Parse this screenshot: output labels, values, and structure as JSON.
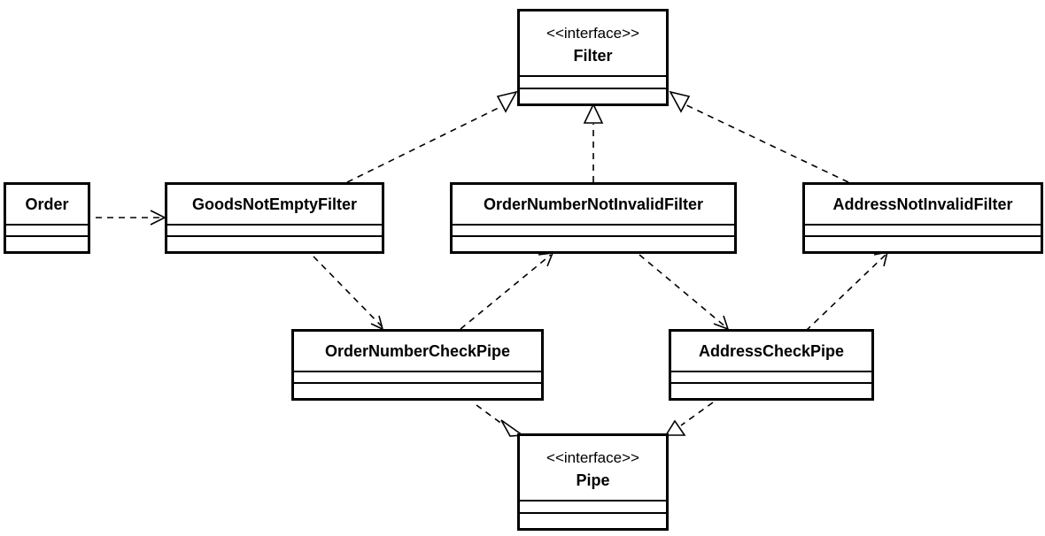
{
  "classes": {
    "filter": {
      "stereotype": "<<interface>>",
      "name": "Filter"
    },
    "pipe": {
      "stereotype": "<<interface>>",
      "name": "Pipe"
    },
    "order": {
      "name": "Order"
    },
    "goods_not_empty_filter": {
      "name": "GoodsNotEmptyFilter"
    },
    "order_number_not_invalid_filter": {
      "name": "OrderNumberNotInvalidFilter"
    },
    "address_not_invalid_filter": {
      "name": "AddressNotInvalidFilter"
    },
    "order_number_check_pipe": {
      "name": "OrderNumberCheckPipe"
    },
    "address_check_pipe": {
      "name": "AddressCheckPipe"
    }
  },
  "relations": [
    {
      "from": "GoodsNotEmptyFilter",
      "to": "Filter",
      "kind": "realization"
    },
    {
      "from": "OrderNumberNotInvalidFilter",
      "to": "Filter",
      "kind": "realization"
    },
    {
      "from": "AddressNotInvalidFilter",
      "to": "Filter",
      "kind": "realization"
    },
    {
      "from": "Order",
      "to": "GoodsNotEmptyFilter",
      "kind": "dependency"
    },
    {
      "from": "GoodsNotEmptyFilter",
      "to": "OrderNumberCheckPipe",
      "kind": "dependency"
    },
    {
      "from": "OrderNumberCheckPipe",
      "to": "OrderNumberNotInvalidFilter",
      "kind": "dependency"
    },
    {
      "from": "OrderNumberNotInvalidFilter",
      "to": "AddressCheckPipe",
      "kind": "dependency"
    },
    {
      "from": "AddressCheckPipe",
      "to": "AddressNotInvalidFilter",
      "kind": "dependency"
    },
    {
      "from": "OrderNumberCheckPipe",
      "to": "Pipe",
      "kind": "realization"
    },
    {
      "from": "AddressCheckPipe",
      "to": "Pipe",
      "kind": "realization"
    }
  ]
}
